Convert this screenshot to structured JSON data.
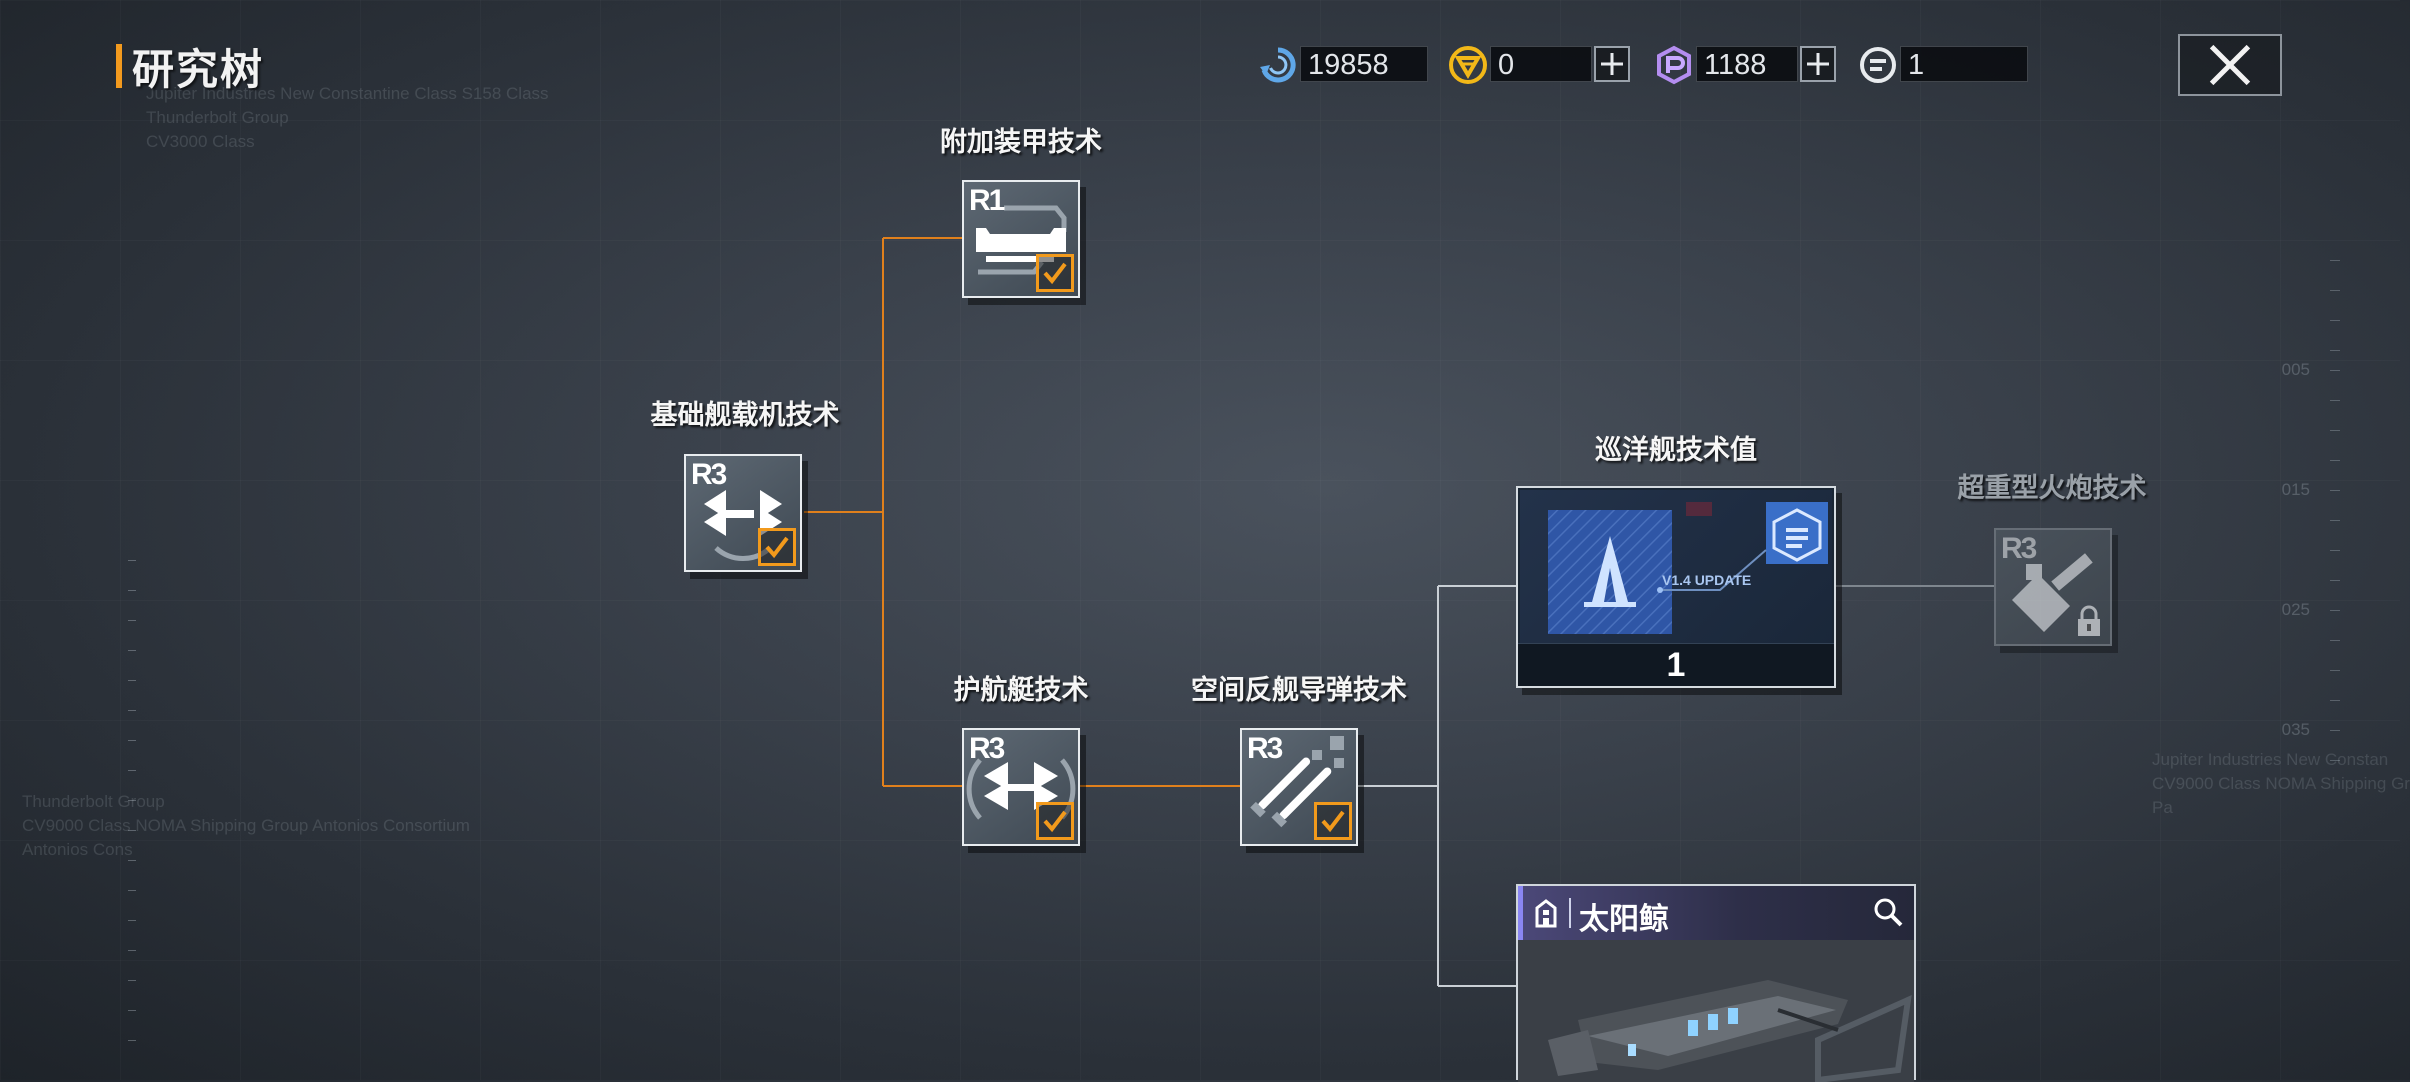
{
  "header": {
    "title": "研究树",
    "accent_color": "#f39a1e"
  },
  "resources": [
    {
      "icon": "refresh-currency-icon",
      "value": "19858",
      "has_plus": false
    },
    {
      "icon": "gold-coin-icon",
      "value": "0",
      "has_plus": true
    },
    {
      "icon": "purple-crystal-icon",
      "value": "1188",
      "has_plus": true
    },
    {
      "icon": "tech-token-icon",
      "value": "1",
      "has_plus": false
    }
  ],
  "tree": {
    "basic_carrier": {
      "label": "基础舰载机技术",
      "rank": "R3",
      "completed": true
    },
    "additional_armor": {
      "label": "附加装甲技术",
      "rank": "R1",
      "completed": true
    },
    "escort": {
      "label": "护航艇技术",
      "rank": "R3",
      "completed": true
    },
    "anti_ship_missile": {
      "label": "空间反舰导弹技术",
      "rank": "R3",
      "completed": true
    },
    "cruiser_tech": {
      "label": "巡洋舰技术值",
      "value": "1",
      "art_text": "V1.4 UPDATE"
    },
    "super_heavy_cannon": {
      "label": "超重型火炮技术",
      "rank": "R3",
      "locked": true
    }
  },
  "ship": {
    "name": "太阳鲸"
  },
  "background_text": {
    "top_left_lines": [
      "Jupiter Industries  New Constantine Class  S158 Class",
      "Thunderbolt Group",
      "CV3000 Class"
    ],
    "mid_left_lines": [
      "Thunderbolt Group",
      "CV9000 Class NOMA Shipping Group Antonios Consortium",
      "Antonios Cons"
    ],
    "right_lines": [
      "Jupiter Industries  New Constan",
      "CV9000 Class NOMA Shipping Gr",
      "Pa"
    ],
    "ruler_labels": [
      "005",
      "015",
      "025",
      "035"
    ]
  },
  "colors": {
    "connector_active": "#e0801c",
    "connector_inactive": "#c9cfd5",
    "check": "#f29a1c"
  }
}
